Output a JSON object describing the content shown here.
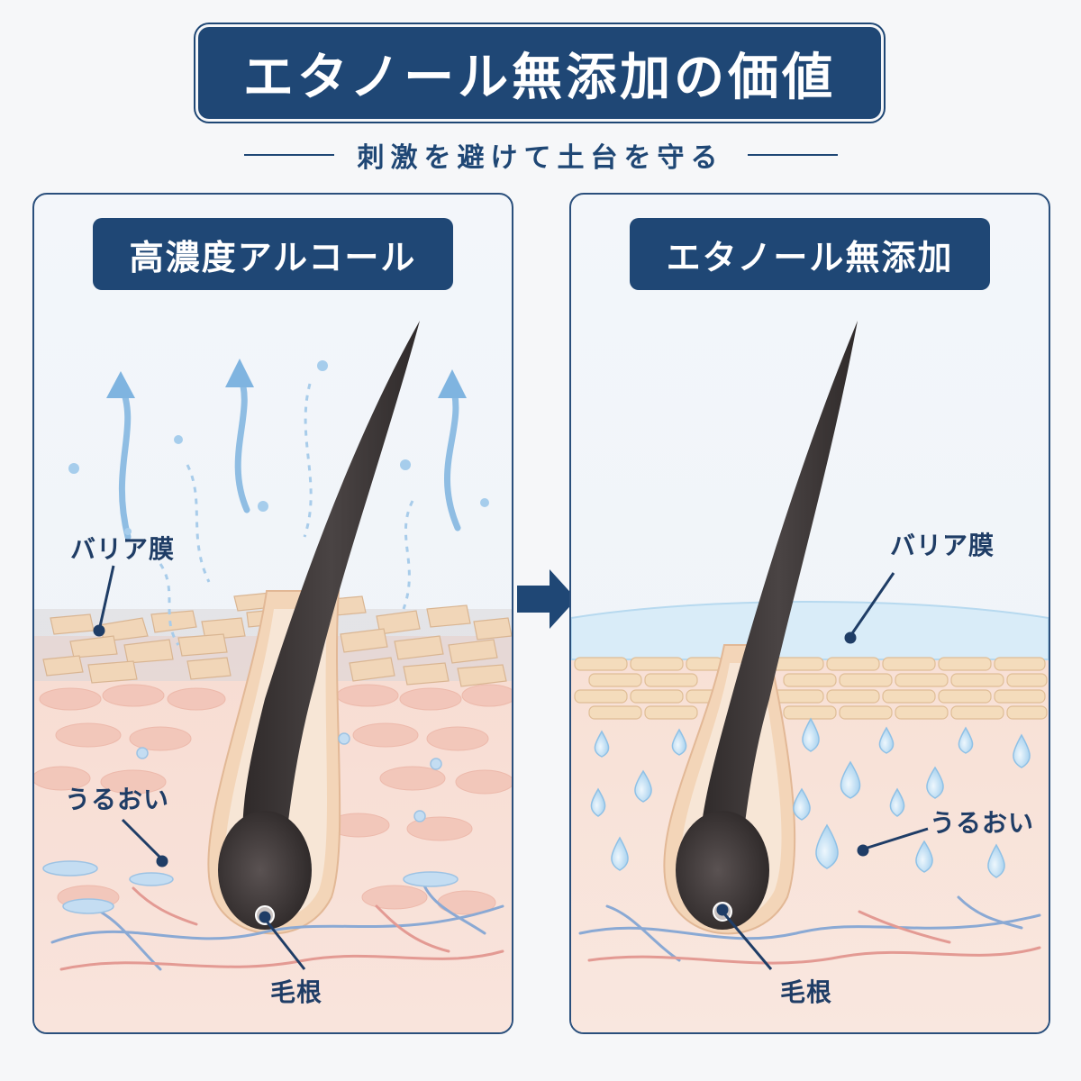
{
  "title": "エタノール無添加の価値",
  "subtitle": "刺激を避けて土台を守る",
  "left_panel": {
    "heading": "高濃度アルコール",
    "labels": {
      "barrier": "バリア膜",
      "moisture": "うるおい",
      "root": "毛根"
    }
  },
  "right_panel": {
    "heading": "エタノール無添加",
    "labels": {
      "barrier": "バリア膜",
      "moisture": "うるおい",
      "root": "毛根"
    }
  },
  "colors": {
    "navy": "#1f4775",
    "skin": "#f6d7cc",
    "hair": "#3a3434",
    "water": "#bfe0f4"
  }
}
